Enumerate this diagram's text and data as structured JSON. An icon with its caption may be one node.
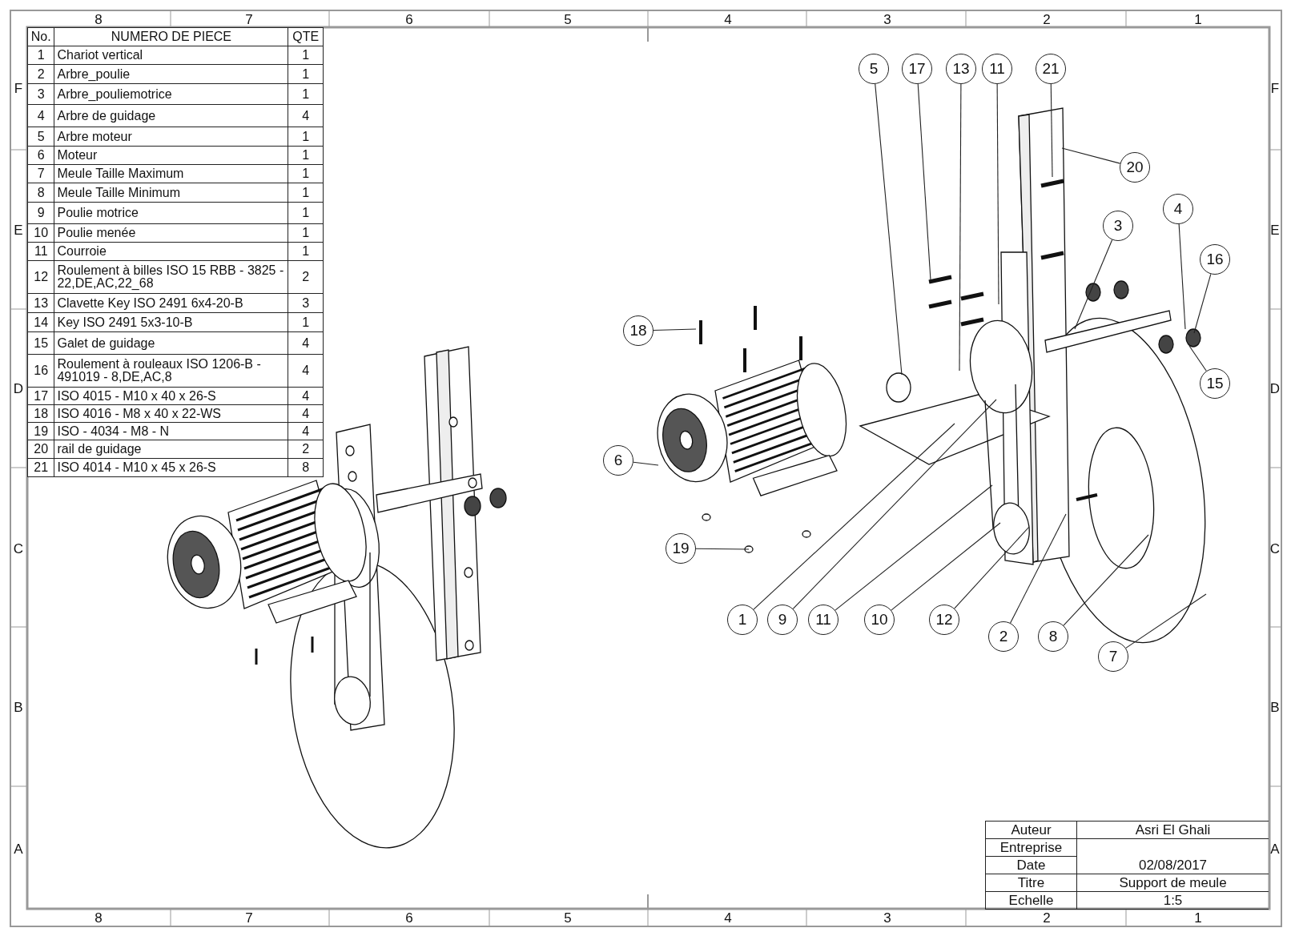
{
  "diagram": {
    "nodes": [
      {
        "text": [
          "5"
        ]
      },
      {
        "text": [
          "17"
        ]
      },
      {
        "text": [
          "13"
        ]
      },
      {
        "text": [
          "11"
        ]
      },
      {
        "text": [
          "21"
        ]
      },
      {
        "text": [
          "20"
        ]
      },
      {
        "text": [
          "3"
        ]
      },
      {
        "text": [
          "4"
        ]
      },
      {
        "text": [
          "16"
        ]
      },
      {
        "text": [
          "15"
        ]
      },
      {
        "text": [
          "18"
        ]
      },
      {
        "text": [
          "6"
        ]
      },
      {
        "text": [
          "19"
        ]
      },
      {
        "text": [
          "1"
        ]
      },
      {
        "text": [
          "9"
        ]
      },
      {
        "text": [
          "11"
        ]
      },
      {
        "text": [
          "10"
        ]
      },
      {
        "text": [
          "12"
        ]
      },
      {
        "text": [
          "2"
        ]
      },
      {
        "text": [
          "8"
        ]
      },
      {
        "text": [
          "7"
        ]
      }
    ],
    "edges": [
      {
        "from": 0,
        "to": null,
        "arrow": "none"
      },
      {
        "from": 1,
        "to": null,
        "arrow": "none"
      },
      {
        "from": 2,
        "to": null,
        "arrow": "none"
      },
      {
        "from": 3,
        "to": null,
        "arrow": "none"
      },
      {
        "from": 4,
        "to": null,
        "arrow": "none"
      },
      {
        "from": 5,
        "to": null,
        "arrow": "none"
      },
      {
        "from": 6,
        "to": null,
        "arrow": "none"
      },
      {
        "from": 7,
        "to": null,
        "arrow": "none"
      },
      {
        "from": 8,
        "to": null,
        "arrow": "none"
      },
      {
        "from": 9,
        "to": null,
        "arrow": "none"
      },
      {
        "from": 10,
        "to": null,
        "arrow": "none"
      },
      {
        "from": 11,
        "to": null,
        "arrow": "none"
      },
      {
        "from": 12,
        "to": null,
        "arrow": "none"
      },
      {
        "from": 13,
        "to": null,
        "arrow": "none"
      },
      {
        "from": 14,
        "to": null,
        "arrow": "none"
      },
      {
        "from": 15,
        "to": null,
        "arrow": "none"
      },
      {
        "from": 16,
        "to": null,
        "arrow": "none"
      },
      {
        "from": 17,
        "to": null,
        "arrow": "none"
      },
      {
        "from": 18,
        "to": null,
        "arrow": "none"
      },
      {
        "from": 19,
        "to": null,
        "arrow": "none"
      },
      {
        "from": 20,
        "to": null,
        "arrow": "none"
      }
    ],
    "labels": [
      "8",
      "7",
      "6",
      "5",
      "4",
      "3",
      "2",
      "1",
      "No.",
      "NUMERO DE PIECE",
      "QTE",
      "1",
      "Chariot vertical",
      "1",
      "2",
      "Arbre_poulie",
      "1",
      "3",
      "Arbre_pouliemotrice",
      "1",
      "4",
      "Arbre de guidage",
      "4",
      "5",
      "Arbre moteur",
      "1",
      "6",
      "Moteur",
      "1",
      "7",
      "Meule Taille Maximum",
      "1",
      "8",
      "Meule Taille Minimum",
      "1",
      "9",
      "Poulie motrice",
      "1",
      "10",
      "Poulie menée",
      "1",
      "11",
      "Courroie",
      "1",
      "12",
      "Roulement à billes ISO 15 RBB - 3825 - 22,DE,AC,22_68",
      "2",
      "13",
      "Clavette Key ISO 2491 6x4-20-B",
      "3",
      "14",
      "Key ISO 2491 5x3-10-B",
      "1",
      "15",
      "Galet de guidage",
      "4",
      "16",
      "Roulement à rouleaux ISO 1206-B - 491019 - 8,DE,AC,8",
      "4",
      "17",
      "ISO 4015 - M10 x 40 x 26-S",
      "4",
      "18",
      "ISO 4016 - M8 x 40 x 22-WS",
      "4",
      "19",
      "ISO - 4034 - M8 - N",
      "4",
      "20",
      "rail de guidage",
      "2",
      "21",
      "ISO 4014 - M10 x 45 x 26-S",
      "8",
      "F",
      "E",
      "D",
      "C",
      "B",
      "A",
      "F",
      "E",
      "D",
      "C",
      "B",
      "A",
      "Auteur",
      "Asri El Ghali",
      "Entreprise",
      "Date",
      "02/08/2017",
      "Titre",
      "Support de meule",
      "Echelle",
      "1:5",
      "8",
      "7",
      "6",
      "5",
      "4",
      "3",
      "2",
      "1"
    ]
  }
}
